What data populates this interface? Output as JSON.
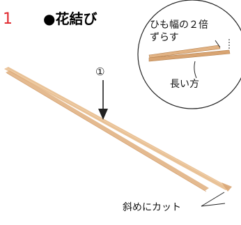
{
  "header": {
    "step_number": "1",
    "title": "●花結び"
  },
  "detail": {
    "offset_note_line1": "ひも幅の２倍",
    "offset_note_line2": "ずらす",
    "long_side_label": "長い方"
  },
  "callouts": {
    "marker_1": "①",
    "cut_note": "斜めにカット"
  },
  "colors": {
    "step_number": "#e0272d",
    "strip": "#e6b98a",
    "strip_shadow": "#c98e57",
    "line": "#222222"
  }
}
